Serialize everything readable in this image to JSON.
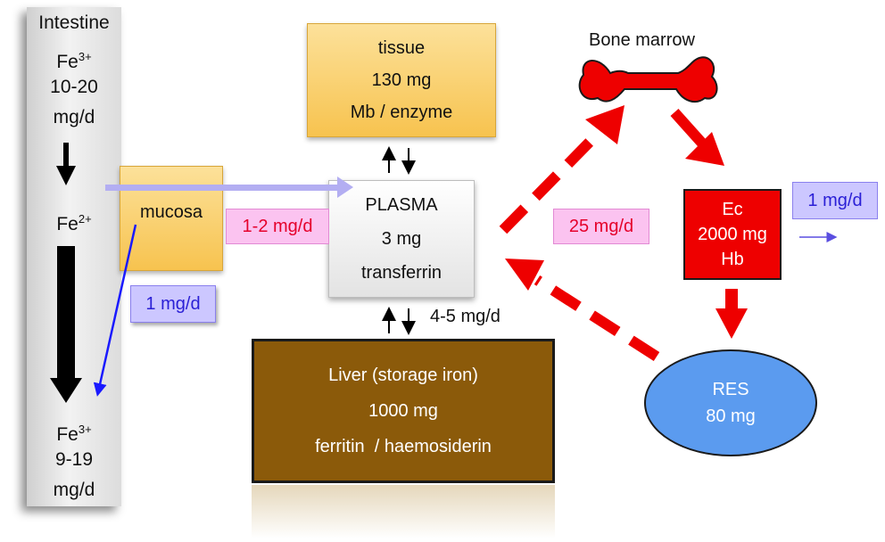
{
  "intestine": {
    "title": "Intestine",
    "top_fe": "Fe",
    "top_fe_sup": "3+",
    "top_rate_1": "10-20",
    "top_rate_2": "mg/d",
    "mid_fe": "Fe",
    "mid_fe_sup": "2+",
    "bottom_fe": "Fe",
    "bottom_fe_sup": "3+",
    "bottom_rate_1": "9-19",
    "bottom_rate_2": "mg/d"
  },
  "mucosa": {
    "label": "mucosa",
    "loss_rate": "1 mg/d"
  },
  "absorption_rate": "1-2 mg/d",
  "tissue": {
    "line1": "tissue",
    "line2": "130 mg",
    "line3": "Mb / enzyme"
  },
  "plasma": {
    "line1": "PLASMA",
    "line2": "3 mg",
    "line3": "transferrin"
  },
  "liver": {
    "line1": "Liver (storage iron)",
    "line2": "1000 mg",
    "line3": "ferritin  / haemosiderin",
    "exchange_rate": "4-5 mg/d"
  },
  "bone_marrow": {
    "label": "Bone marrow",
    "color": "#ee0000"
  },
  "marrow_rate": "25 mg/d",
  "ec": {
    "line1": "Ec",
    "line2": "2000 mg",
    "line3": "Hb",
    "loss_rate": "1 mg/d"
  },
  "res": {
    "line1": "RES",
    "line2": "80 mg"
  },
  "colors": {
    "gold_box": "#f7c34f",
    "liver": "#8b5a0a",
    "red": "#ee0000",
    "res": "#5b9bef",
    "lavender_arrow": "#b3aef2",
    "blue_arrow": "#1a1aff",
    "pink_tag": "#fbc3f0",
    "blue_tag": "#ccc7ff"
  }
}
